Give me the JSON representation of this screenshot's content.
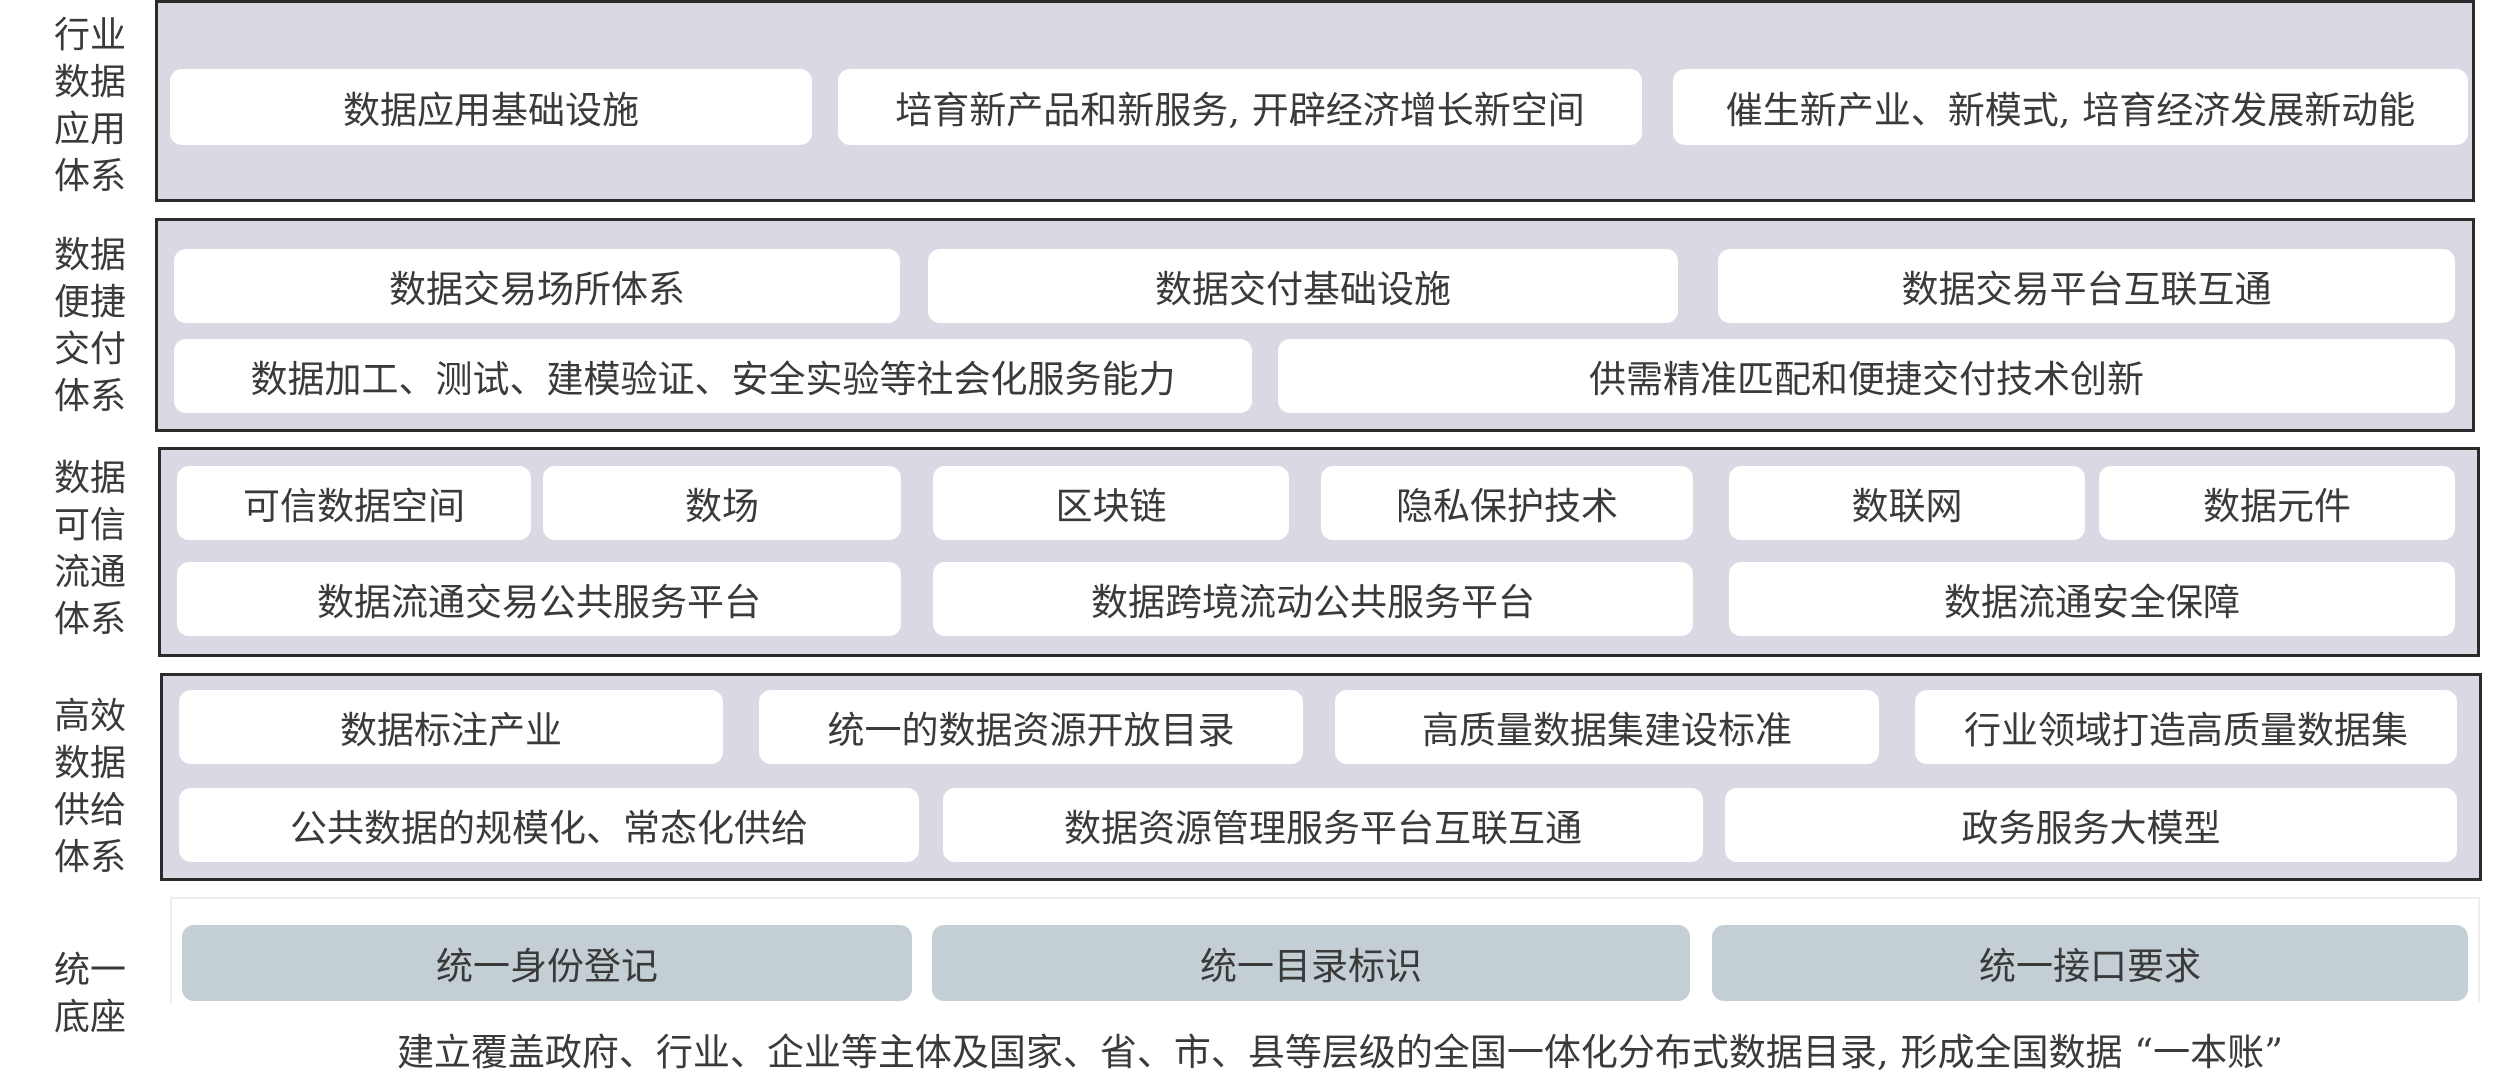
{
  "layers": [
    {
      "label": [
        "行业",
        "数据",
        "应用",
        "体系"
      ],
      "rows": [
        [
          "数据应用基础设施",
          "培育新产品和新服务, 开辟经济增长新空间",
          "催生新产业、新模式, 培育经济发展新动能"
        ]
      ]
    },
    {
      "label": [
        "数据",
        "便捷",
        "交付",
        "体系"
      ],
      "rows": [
        [
          "数据交易场所体系",
          "数据交付基础设施",
          "数据交易平台互联互通"
        ],
        [
          "数据加工、测试、建模验证、安全实验等社会化服务能力",
          "供需精准匹配和便捷交付技术创新"
        ]
      ]
    },
    {
      "label": [
        "数据",
        "可信",
        "流通",
        "体系"
      ],
      "rows": [
        [
          "可信数据空间",
          "数场",
          "区块链",
          "隐私保护技术",
          "数联网",
          "数据元件"
        ],
        [
          "数据流通交易公共服务平台",
          "数据跨境流动公共服务平台",
          "数据流通安全保障"
        ]
      ]
    },
    {
      "label": [
        "高效",
        "数据",
        "供给",
        "体系"
      ],
      "rows": [
        [
          "数据标注产业",
          "统一的数据资源开放目录",
          "高质量数据集建设标准",
          "行业领域打造高质量数据集"
        ],
        [
          "公共数据的规模化、常态化供给",
          "数据资源管理服务平台互联互通",
          "政务服务大模型"
        ]
      ]
    },
    {
      "label": [
        "统一",
        "底座"
      ],
      "rows": [
        [
          "统一身份登记",
          "统一目录标识",
          "统一接口要求"
        ]
      ]
    }
  ],
  "footer": "建立覆盖政府、行业、企业等主体及国家、省、市、县等层级的全国一体化分布式数据目录, 形成全国数据 “一本账”"
}
